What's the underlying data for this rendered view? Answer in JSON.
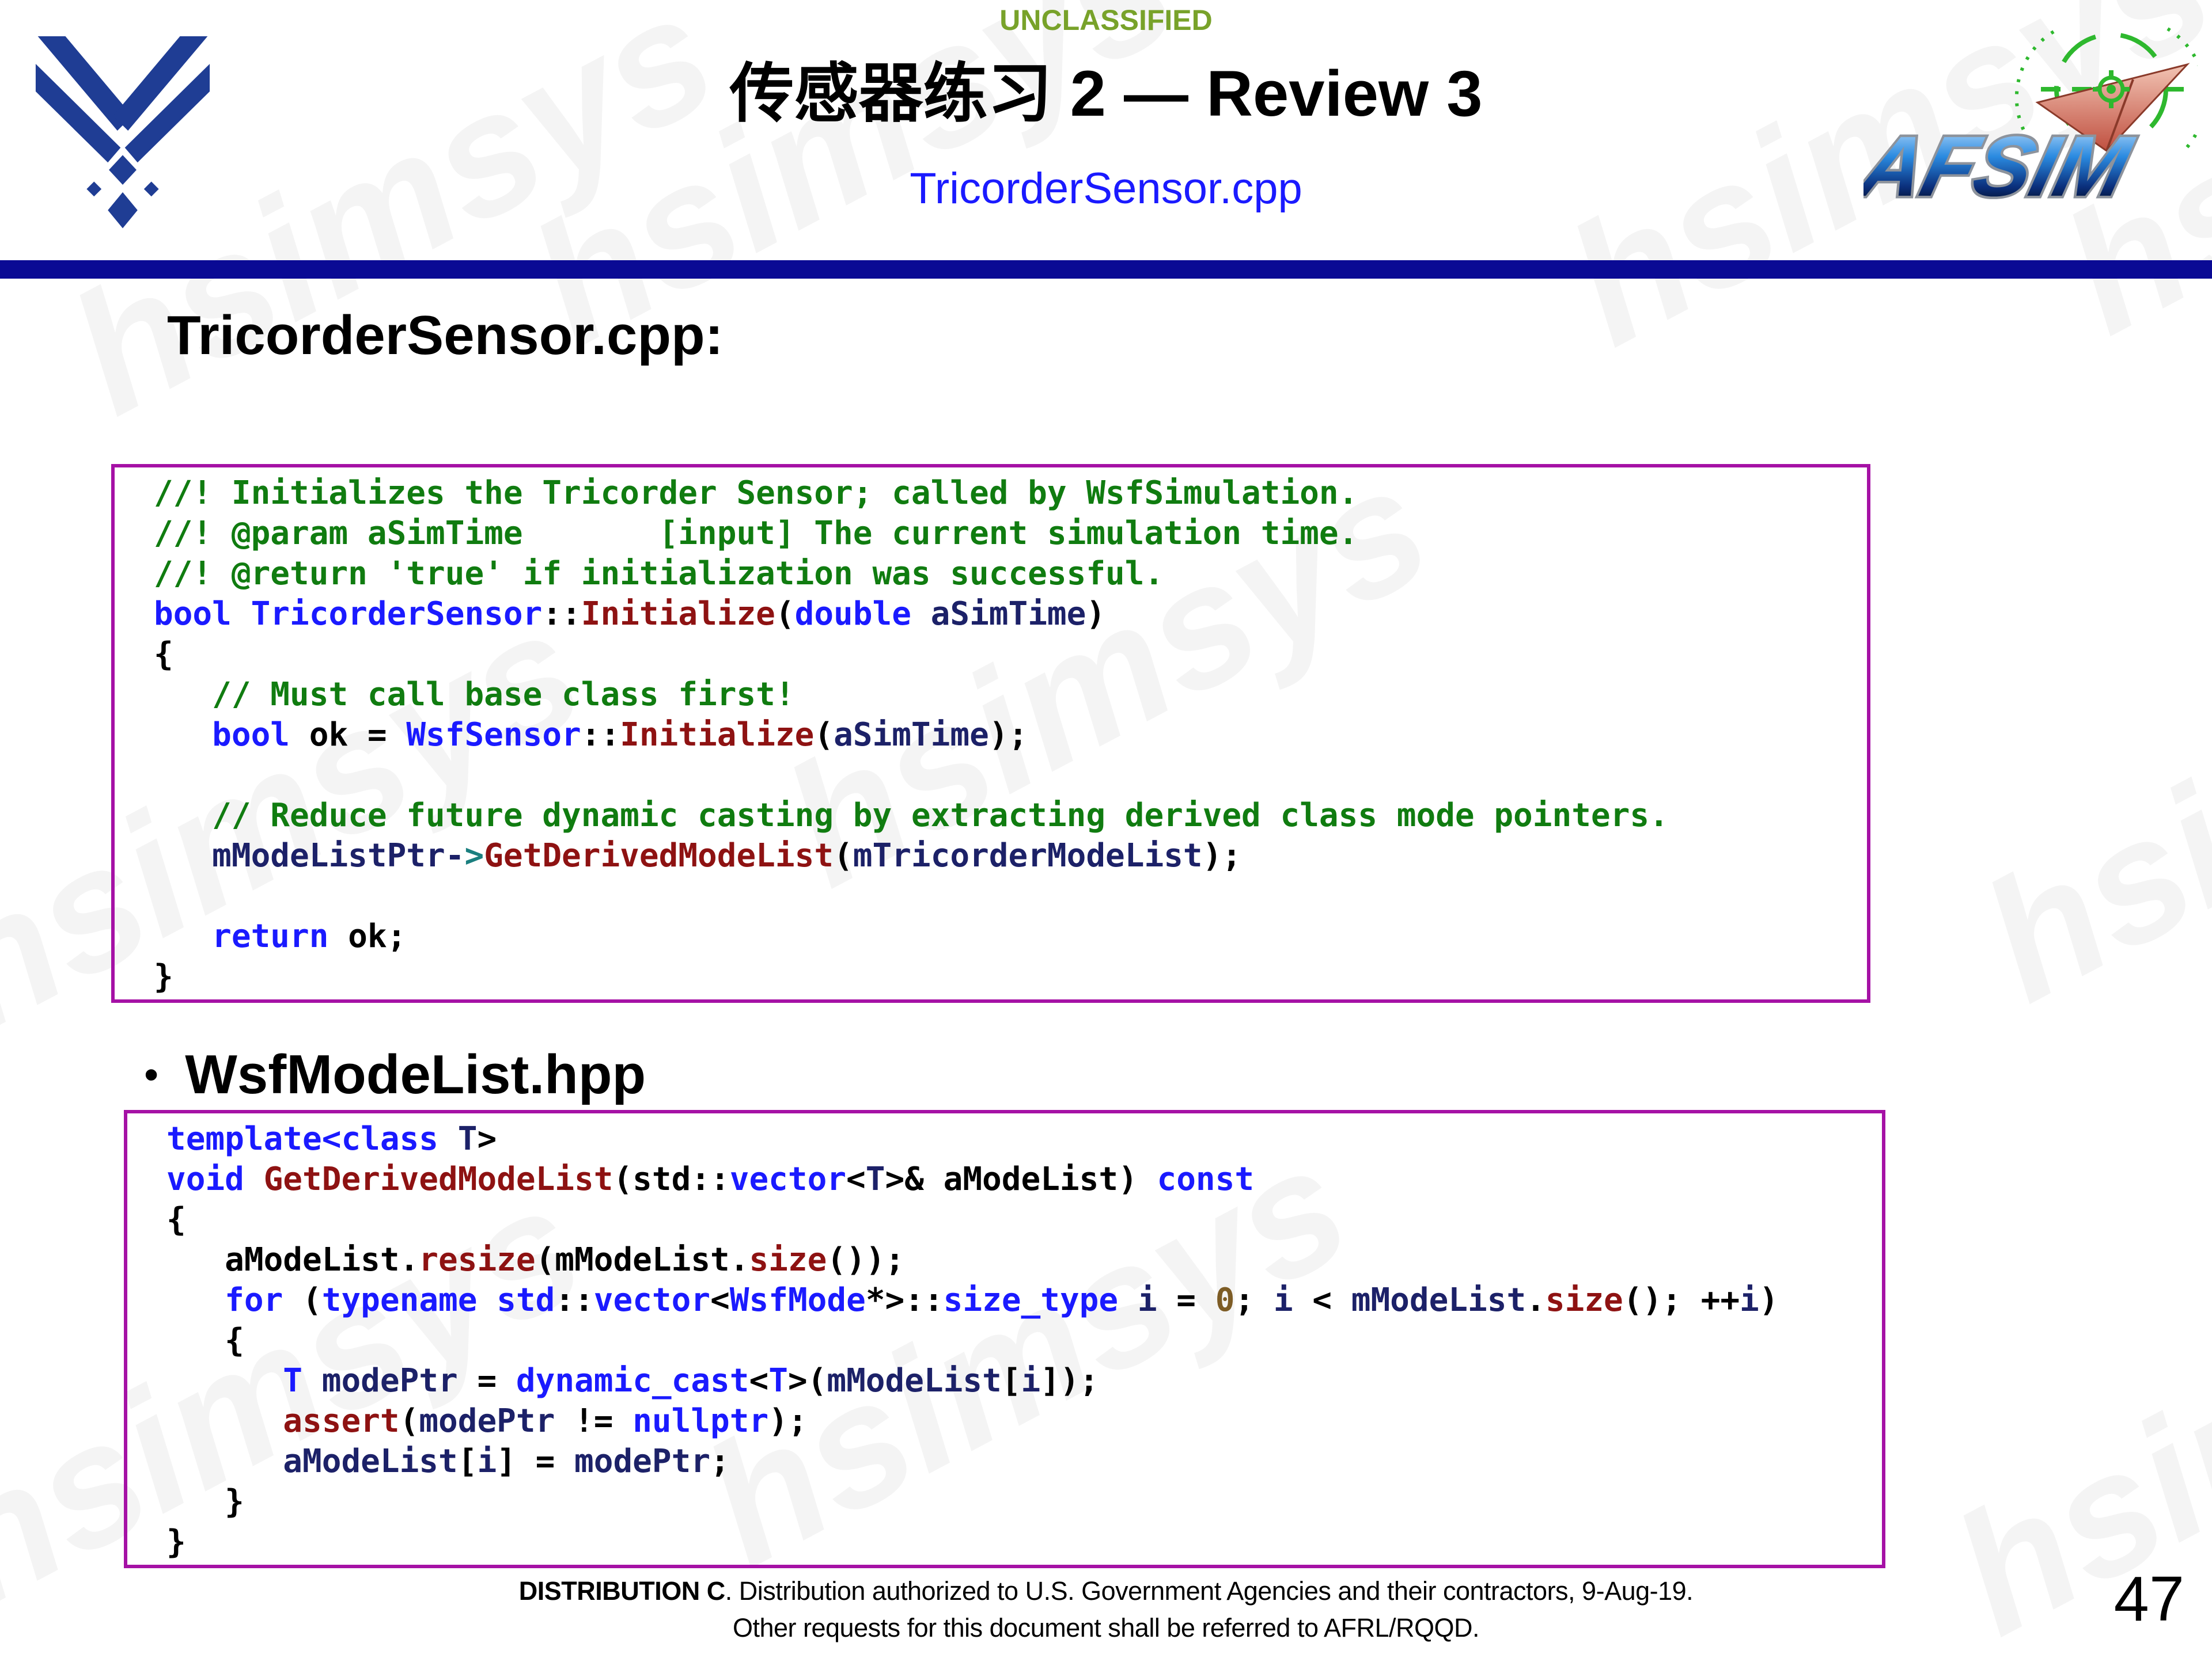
{
  "header": {
    "classification": "UNCLASSIFIED",
    "title": "传感器练习 2 — Review 3",
    "subtitle": "TricorderSensor.cpp"
  },
  "logos": {
    "usaf": "usaf-wings-logo",
    "afsim_text": "AFSIM"
  },
  "content": {
    "heading": "TricorderSensor.cpp:",
    "bullet": "•",
    "bullet_heading": "WsfModeList.hpp"
  },
  "code_blocks": [
    {
      "id": "tricorder-sensor-cpp",
      "lines": [
        [
          {
            "c": "cm",
            "t": "//! Initializes the Tricorder Sensor; called by WsfSimulation."
          }
        ],
        [
          {
            "c": "cm",
            "t": "//! @param aSimTime       [input] The current simulation time."
          }
        ],
        [
          {
            "c": "cm",
            "t": "//! @return 'true' if initialization was successful."
          }
        ],
        [
          {
            "c": "kw",
            "t": "bool"
          },
          {
            "c": "pl",
            "t": " "
          },
          {
            "c": "kw",
            "t": "TricorderSensor"
          },
          {
            "c": "pl",
            "t": "::"
          },
          {
            "c": "fn",
            "t": "Initialize"
          },
          {
            "c": "pl",
            "t": "("
          },
          {
            "c": "kw",
            "t": "double"
          },
          {
            "c": "pl",
            "t": " "
          },
          {
            "c": "id",
            "t": "aSimTime"
          },
          {
            "c": "pl",
            "t": ")"
          }
        ],
        [
          {
            "c": "pl",
            "t": "{"
          }
        ],
        [
          {
            "c": "pl",
            "t": "   "
          },
          {
            "c": "cm",
            "t": "// Must call base class first!"
          }
        ],
        [
          {
            "c": "pl",
            "t": "   "
          },
          {
            "c": "kw",
            "t": "bool"
          },
          {
            "c": "pl",
            "t": " ok = "
          },
          {
            "c": "kw",
            "t": "WsfSensor"
          },
          {
            "c": "pl",
            "t": "::"
          },
          {
            "c": "fn",
            "t": "Initialize"
          },
          {
            "c": "pl",
            "t": "("
          },
          {
            "c": "id",
            "t": "aSimTime"
          },
          {
            "c": "pl",
            "t": ");"
          }
        ],
        [],
        [
          {
            "c": "pl",
            "t": "   "
          },
          {
            "c": "cm",
            "t": "// Reduce future dynamic casting by extracting derived class mode pointers."
          }
        ],
        [
          {
            "c": "pl",
            "t": "   "
          },
          {
            "c": "id",
            "t": "mModeListPtr"
          },
          {
            "c": "id",
            "t": "-"
          },
          {
            "c": "op",
            "t": ">"
          },
          {
            "c": "fn",
            "t": "GetDerivedModeList"
          },
          {
            "c": "pl",
            "t": "("
          },
          {
            "c": "id",
            "t": "mTricorderModeList"
          },
          {
            "c": "pl",
            "t": ");"
          }
        ],
        [],
        [
          {
            "c": "pl",
            "t": "   "
          },
          {
            "c": "kw",
            "t": "return"
          },
          {
            "c": "pl",
            "t": " ok;"
          }
        ],
        [
          {
            "c": "pl",
            "t": "}"
          }
        ]
      ]
    },
    {
      "id": "wsf-mode-list-hpp",
      "lines": [
        [
          {
            "c": "kw",
            "t": "template"
          },
          {
            "c": "kw",
            "t": "<"
          },
          {
            "c": "kw",
            "t": "class"
          },
          {
            "c": "pl",
            "t": " "
          },
          {
            "c": "id",
            "t": "T"
          },
          {
            "c": "pl",
            "t": ">"
          }
        ],
        [
          {
            "c": "kw",
            "t": "void"
          },
          {
            "c": "pl",
            "t": " "
          },
          {
            "c": "fn",
            "t": "GetDerivedModeList"
          },
          {
            "c": "pl",
            "t": "("
          },
          {
            "c": "pl",
            "t": "std::"
          },
          {
            "c": "kw",
            "t": "vector"
          },
          {
            "c": "pl",
            "t": "<"
          },
          {
            "c": "id",
            "t": "T"
          },
          {
            "c": "pl",
            "t": ">& aModeList) "
          },
          {
            "c": "kw",
            "t": "const"
          }
        ],
        [
          {
            "c": "pl",
            "t": "{"
          }
        ],
        [
          {
            "c": "pl",
            "t": "   aModeList."
          },
          {
            "c": "fn",
            "t": "resize"
          },
          {
            "c": "pl",
            "t": "(mModeList."
          },
          {
            "c": "fn",
            "t": "size"
          },
          {
            "c": "pl",
            "t": "());"
          }
        ],
        [
          {
            "c": "pl",
            "t": "   "
          },
          {
            "c": "kw",
            "t": "for"
          },
          {
            "c": "pl",
            "t": " ("
          },
          {
            "c": "kw",
            "t": "typename"
          },
          {
            "c": "pl",
            "t": " "
          },
          {
            "c": "kw",
            "t": "std"
          },
          {
            "c": "pl",
            "t": "::"
          },
          {
            "c": "kw",
            "t": "vector"
          },
          {
            "c": "pl",
            "t": "<"
          },
          {
            "c": "kw",
            "t": "WsfMode"
          },
          {
            "c": "pl",
            "t": "*>::"
          },
          {
            "c": "kw",
            "t": "size_type"
          },
          {
            "c": "pl",
            "t": " "
          },
          {
            "c": "id",
            "t": "i"
          },
          {
            "c": "pl",
            "t": " = "
          },
          {
            "c": "num",
            "t": "0"
          },
          {
            "c": "pl",
            "t": "; "
          },
          {
            "c": "id",
            "t": "i"
          },
          {
            "c": "pl",
            "t": " < "
          },
          {
            "c": "id",
            "t": "mModeList"
          },
          {
            "c": "pl",
            "t": "."
          },
          {
            "c": "fn",
            "t": "size"
          },
          {
            "c": "pl",
            "t": "(); ++"
          },
          {
            "c": "id",
            "t": "i"
          },
          {
            "c": "pl",
            "t": ")"
          }
        ],
        [
          {
            "c": "pl",
            "t": "   {"
          }
        ],
        [
          {
            "c": "pl",
            "t": "      "
          },
          {
            "c": "kw",
            "t": "T"
          },
          {
            "c": "pl",
            "t": " "
          },
          {
            "c": "id",
            "t": "modePtr"
          },
          {
            "c": "pl",
            "t": " = "
          },
          {
            "c": "kw",
            "t": "dynamic_cast"
          },
          {
            "c": "pl",
            "t": "<"
          },
          {
            "c": "kw",
            "t": "T"
          },
          {
            "c": "pl",
            "t": ">("
          },
          {
            "c": "id",
            "t": "mModeList"
          },
          {
            "c": "pl",
            "t": "["
          },
          {
            "c": "id",
            "t": "i"
          },
          {
            "c": "pl",
            "t": "]);"
          }
        ],
        [
          {
            "c": "pl",
            "t": "      "
          },
          {
            "c": "fn",
            "t": "assert"
          },
          {
            "c": "pl",
            "t": "("
          },
          {
            "c": "id",
            "t": "modePtr"
          },
          {
            "c": "pl",
            "t": " != "
          },
          {
            "c": "kw",
            "t": "nullptr"
          },
          {
            "c": "pl",
            "t": ");"
          }
        ],
        [
          {
            "c": "pl",
            "t": "      "
          },
          {
            "c": "id",
            "t": "aModeList"
          },
          {
            "c": "pl",
            "t": "["
          },
          {
            "c": "id",
            "t": "i"
          },
          {
            "c": "pl",
            "t": "] = "
          },
          {
            "c": "id",
            "t": "modePtr"
          },
          {
            "c": "pl",
            "t": ";"
          }
        ],
        [
          {
            "c": "pl",
            "t": "   }"
          }
        ],
        [
          {
            "c": "pl",
            "t": "}"
          }
        ]
      ]
    }
  ],
  "footer": {
    "distribution_bold": "DISTRIBUTION C",
    "distribution_rest": ". Distribution authorized to U.S. Government Agencies and their contractors, 9-Aug-19.",
    "line2": "Other requests for this document shall be referred to AFRL/RQQD.",
    "page_number": "47"
  },
  "watermark": {
    "text": "hsimsys"
  },
  "colors": {
    "keyword": "#1a1aff",
    "comment": "#107c10",
    "function": "#8e1212",
    "member": "#1c2168",
    "operator": "#1a7f7f",
    "number": "#7d5c25",
    "plain": "#000000",
    "box-border": "#a511a5",
    "divider-bar": "#0a0a94",
    "classification": "#78a22a",
    "subtitle": "#1a1aff",
    "usaf-blue": "#1f3d94",
    "afsim-green": "#2eb82e",
    "afsim-red": "#c0392b"
  }
}
